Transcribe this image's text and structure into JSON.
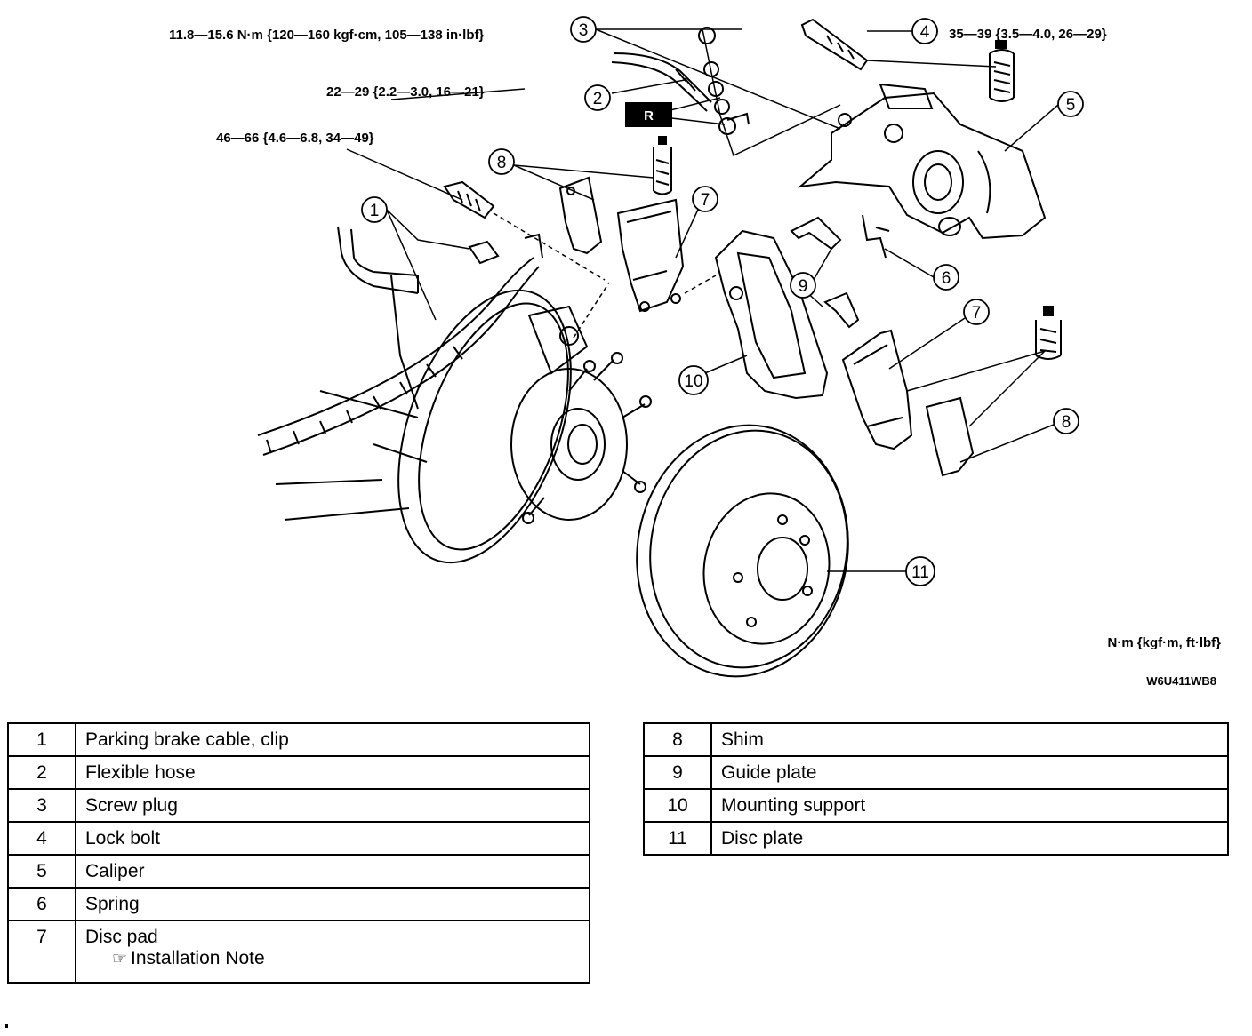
{
  "diagram": {
    "torque_labels": {
      "screw_plug": "11.8—15.6 N·m {120—160 kgf·cm, 105—138 in·lbf}",
      "flexible_hose": "22—29 {2.2—3.0, 16—21}",
      "mounting_bolt": "46—66 {4.6—6.8, 34—49}",
      "lock_bolt": "35—39 {3.5—4.0, 26—29}"
    },
    "units_note": "N·m {kgf·m, ft·lbf}",
    "figure_ref": "W6U411WB8",
    "replace_badge": "R",
    "callouts": {
      "c1": "1",
      "c2": "2",
      "c3": "3",
      "c4": "4",
      "c5": "5",
      "c6": "6",
      "c7a": "7",
      "c7b": "7",
      "c8a": "8",
      "c8b": "8",
      "c9": "9",
      "c10": "10",
      "c11": "11"
    }
  },
  "parts_table_left": [
    {
      "num": "1",
      "name": "Parking brake cable, clip"
    },
    {
      "num": "2",
      "name": "Flexible hose"
    },
    {
      "num": "3",
      "name": "Screw plug"
    },
    {
      "num": "4",
      "name": "Lock bolt"
    },
    {
      "num": "5",
      "name": "Caliper"
    },
    {
      "num": "6",
      "name": "Spring"
    },
    {
      "num": "7",
      "name": "Disc pad",
      "note": "Installation Note"
    }
  ],
  "parts_table_right": [
    {
      "num": "8",
      "name": "Shim"
    },
    {
      "num": "9",
      "name": "Guide plate"
    },
    {
      "num": "10",
      "name": "Mounting support"
    },
    {
      "num": "11",
      "name": "Disc plate"
    }
  ],
  "icons": {
    "note_icon": "☞"
  }
}
